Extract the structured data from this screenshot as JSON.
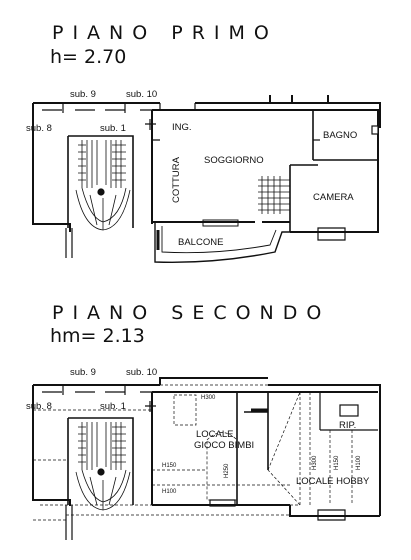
{
  "floors": [
    {
      "title": "PIANO PRIMO",
      "height_label": "h= 2.70",
      "labels": {
        "sub9": "sub. 9",
        "sub10": "sub. 10",
        "sub8": "sub. 8",
        "sub1": "sub. 1",
        "ing": "ING.",
        "bagno": "BAGNO",
        "soggiorno": "SOGGIORNO",
        "cottura": "COTTURA",
        "camera": "CAMERA",
        "balcone": "BALCONE"
      }
    },
    {
      "title": "PIANO SECONDO",
      "height_label": "hm= 2.13",
      "labels": {
        "sub9": "sub. 9",
        "sub10": "sub. 10",
        "sub8": "sub. 8",
        "sub1": "sub. 1",
        "locale_gioco_1": "LOCALE",
        "locale_gioco_2": "GIOCO BIMBI",
        "rip": "RIP.",
        "locale_hobby": "LOCALE HOBBY",
        "h300a": "H300",
        "h300b": "H300",
        "h150a": "H150",
        "h150b": "H150",
        "h100a": "H100",
        "h100b": "H100",
        "h250": "H250"
      }
    }
  ]
}
